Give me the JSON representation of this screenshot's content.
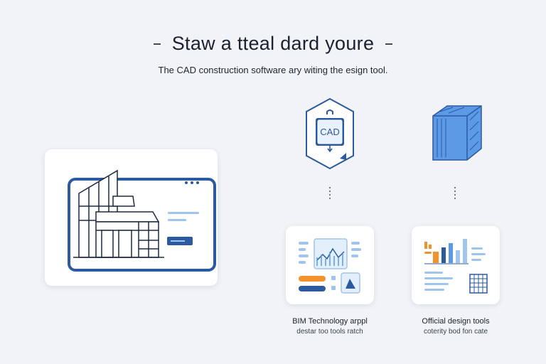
{
  "header": {
    "title": "Staw a tteal dard youre",
    "subtitle": "The CAD construction software ary witing the esign tool."
  },
  "cad_badge": {
    "label": "CAD"
  },
  "features": [
    {
      "title": "BIM Technology arppl",
      "subtitle": "destar too tools ratch"
    },
    {
      "title": "Official design tools",
      "subtitle": "coterity bod fon cate"
    }
  ],
  "colors": {
    "accent": "#2b5aa0",
    "light_blue": "#9fc4ef",
    "orange": "#f5912c",
    "cube": "#5d9ae6",
    "background": "#f1f3f7"
  },
  "icons": [
    "building-icon",
    "cad-file-icon",
    "cube-icon",
    "bim-dashboard-icon",
    "bar-chart-icon"
  ]
}
